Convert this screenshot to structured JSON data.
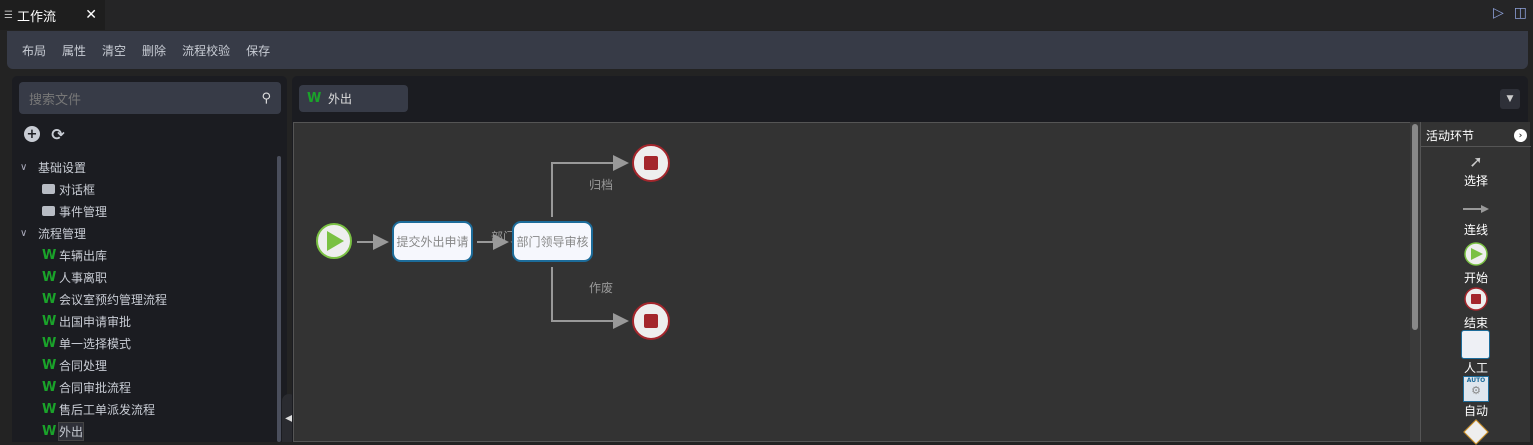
{
  "window": {
    "tab_title": "工作流",
    "close": "✕",
    "run_icon": "play-icon",
    "split_icon": "split-view-icon"
  },
  "toolbar": [
    "布局",
    "属性",
    "清空",
    "删除",
    "流程校验",
    "保存"
  ],
  "sidebar": {
    "search_placeholder": "搜索文件",
    "groups": [
      {
        "label": "基础设置",
        "items": [
          "对话框",
          "事件管理"
        ]
      },
      {
        "label": "流程管理",
        "items": [
          "车辆出库",
          "人事离职",
          "会议室预约管理流程",
          "出国申请审批",
          "单一选择模式",
          "合同处理",
          "合同审批流程",
          "售后工单派发流程",
          "外出"
        ]
      }
    ],
    "selected": "外出"
  },
  "editor": {
    "tab_label": "外出",
    "w_mark": "W"
  },
  "diagram": {
    "nodes": [
      "提交外出申请",
      "部门领导审核"
    ],
    "edge_labels": [
      "部门",
      "归档",
      "作废"
    ]
  },
  "palette": {
    "title": "活动环节",
    "items": [
      "选择",
      "连线",
      "开始",
      "结束",
      "人工",
      "自动"
    ]
  },
  "colors": {
    "start": "#7ac143",
    "end": "#a4262c",
    "task_border": "#1d6c9a",
    "w_icon": "#1aa32a"
  }
}
